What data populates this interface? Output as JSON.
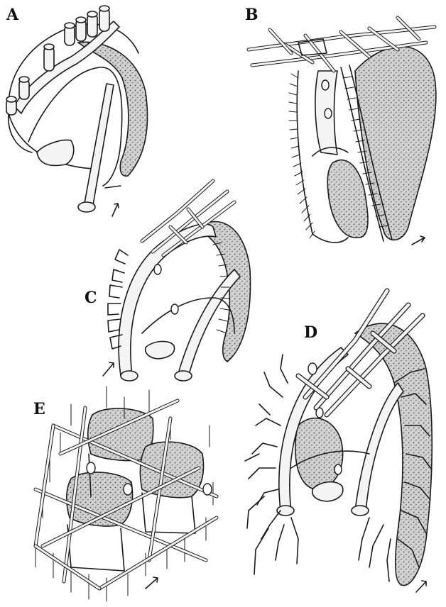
{
  "panel_labels": {
    "a": "A",
    "b": "B",
    "c": "C",
    "d": "D",
    "e": "E"
  },
  "colors": {
    "ink": "#1a1a1a",
    "background": "#ffffff"
  },
  "icons": [
    "orientation-arrow-icon"
  ]
}
